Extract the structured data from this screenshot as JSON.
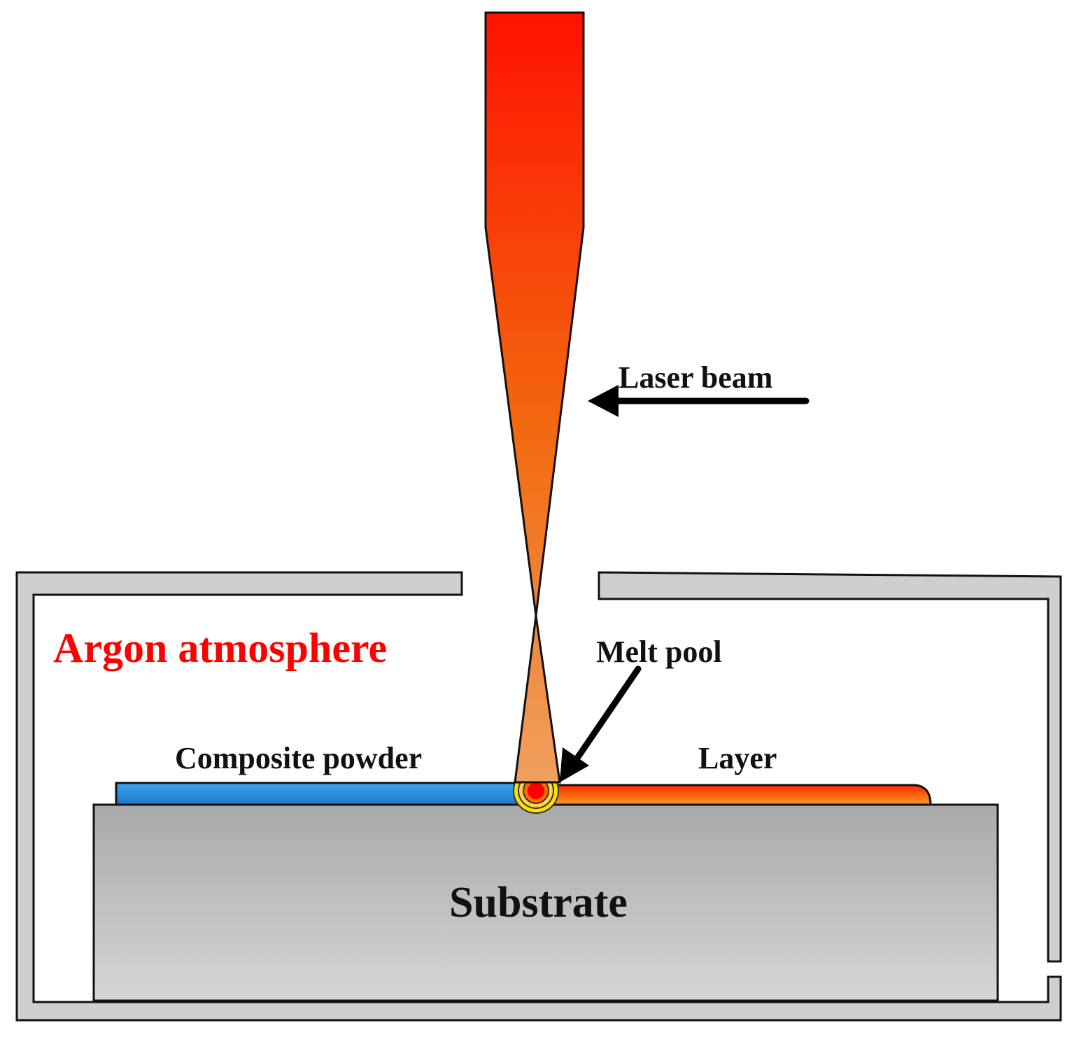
{
  "diagram": {
    "labels": {
      "laser_beam": "Laser beam",
      "argon_atmosphere": "Argon atmosphere",
      "melt_pool": "Melt pool",
      "composite_powder": "Composite powder",
      "layer": "Layer",
      "substrate": "Substrate"
    },
    "colors": {
      "laser_top": "#ff1200",
      "laser_bottom": "#f0a060",
      "argon_text": "#ff0000",
      "chamber_wall": "#cfcfcf",
      "powder": "#1e88d8",
      "layer_top": "#ff2a00",
      "layer_bottom": "#ff9a20",
      "substrate_top": "#a9a9a9",
      "substrate_bottom": "#d6d6d6",
      "melt_pool_core": "#ff0000",
      "melt_pool_ring": "#ffe000"
    }
  }
}
